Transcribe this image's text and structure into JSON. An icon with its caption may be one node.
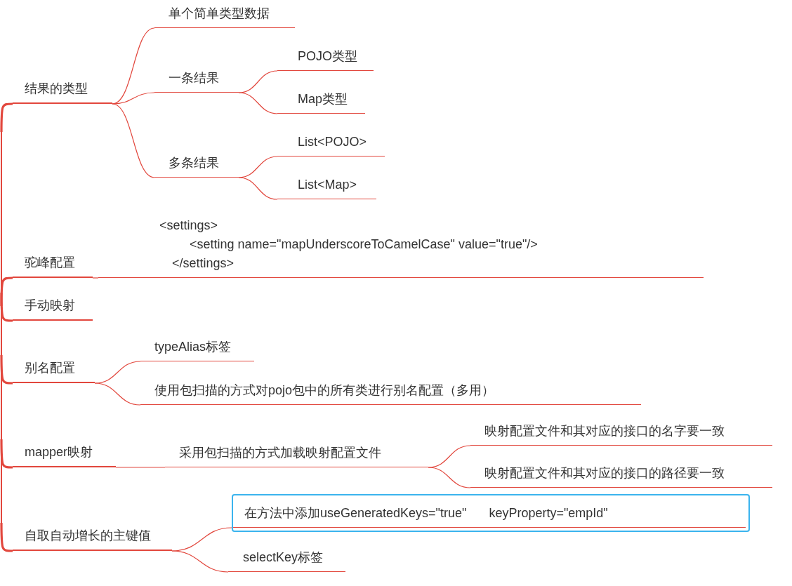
{
  "diagram": {
    "nodes": [
      {
        "text": [
          "结果的类型"
        ]
      },
      {
        "text": [
          "单个简单类型数据"
        ]
      },
      {
        "text": [
          "一条结果"
        ]
      },
      {
        "text": [
          "POJO类型"
        ]
      },
      {
        "text": [
          "Map类型"
        ]
      },
      {
        "text": [
          "多条结果"
        ]
      },
      {
        "text": [
          "List<POJO>"
        ]
      },
      {
        "text": [
          "List<Map>"
        ]
      },
      {
        "text": [
          "驼峰配置"
        ]
      },
      {
        "text": [
          "<settings>",
          "<setting name=\"mapUnderscoreToCamelCase\" value=\"true\"/>",
          "</settings>"
        ]
      },
      {
        "text": [
          "手动映射"
        ]
      },
      {
        "text": [
          "别名配置"
        ]
      },
      {
        "text": [
          "typeAlias标签"
        ]
      },
      {
        "text": [
          "使用包扫描的方式对pojo包中的所有类进行别名配置（多用）"
        ]
      },
      {
        "text": [
          "mapper映射"
        ]
      },
      {
        "text": [
          "采用包扫描的方式加载映射配置文件"
        ]
      },
      {
        "text": [
          "映射配置文件和其对应的接口的名字要一致"
        ]
      },
      {
        "text": [
          "映射配置文件和其对应的接口的路径要一致"
        ]
      },
      {
        "text": [
          "自取自动增长的主键值"
        ]
      },
      {
        "text": [
          "在方法中添加useGeneratedKeys=\"true\"",
          "keyProperty=\"empId\""
        ]
      },
      {
        "text": [
          "selectKey标签"
        ]
      }
    ],
    "edges": [
      {
        "from": null,
        "to": 0,
        "arrow": "none",
        "style": "thick"
      },
      {
        "from": 0,
        "to": 1,
        "arrow": "none"
      },
      {
        "from": 0,
        "to": 2,
        "arrow": "none"
      },
      {
        "from": 0,
        "to": 5,
        "arrow": "none"
      },
      {
        "from": 2,
        "to": 3,
        "arrow": "none"
      },
      {
        "from": 2,
        "to": 4,
        "arrow": "none"
      },
      {
        "from": 5,
        "to": 6,
        "arrow": "none"
      },
      {
        "from": 5,
        "to": 7,
        "arrow": "none"
      },
      {
        "from": null,
        "to": 8,
        "arrow": "none",
        "style": "thick"
      },
      {
        "from": 8,
        "to": 9,
        "arrow": "none"
      },
      {
        "from": null,
        "to": 10,
        "arrow": "none",
        "style": "thick"
      },
      {
        "from": null,
        "to": 11,
        "arrow": "none",
        "style": "thick"
      },
      {
        "from": 11,
        "to": 12,
        "arrow": "none"
      },
      {
        "from": 11,
        "to": 13,
        "arrow": "none"
      },
      {
        "from": null,
        "to": 14,
        "arrow": "none",
        "style": "thick"
      },
      {
        "from": 14,
        "to": 15,
        "arrow": "none"
      },
      {
        "from": 15,
        "to": 16,
        "arrow": "none"
      },
      {
        "from": 15,
        "to": 17,
        "arrow": "none"
      },
      {
        "from": null,
        "to": 18,
        "arrow": "none",
        "style": "thick"
      },
      {
        "from": 18,
        "to": 19,
        "arrow": "none"
      },
      {
        "from": 18,
        "to": 20,
        "arrow": "none"
      }
    ]
  }
}
